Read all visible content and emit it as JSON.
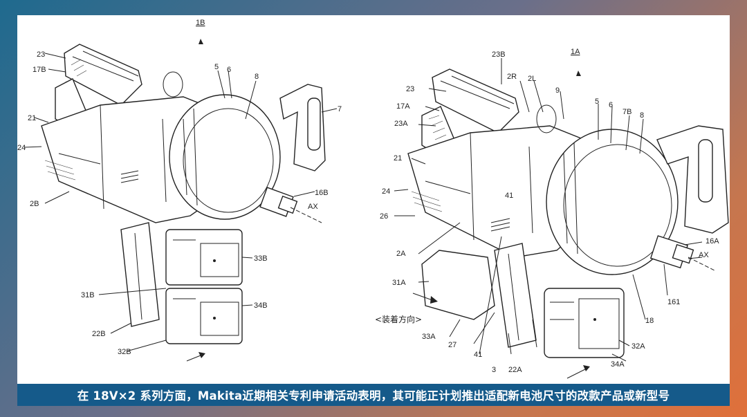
{
  "caption": "在 18V×2 系列方面，Makita近期相关专利申请活动表明，其可能正计划推出适配新电池尺寸的改款产品或新型号",
  "figure_left": {
    "title": "1B",
    "labels": {
      "l23": "23",
      "l17B": "17B",
      "l21": "21",
      "l24": "24",
      "l2B": "2B",
      "l5": "5",
      "l6": "6",
      "l8": "8",
      "l7": "7",
      "l16B": "16B",
      "lAX": "AX",
      "l33B": "33B",
      "l31B": "31B",
      "l34B": "34B",
      "l22B": "22B",
      "l32B": "32B"
    }
  },
  "figure_right": {
    "title": "1A",
    "mount_direction": "<装着方向>",
    "labels": {
      "l23B": "23B",
      "l2R": "2R",
      "l2L": "2L",
      "l9": "9",
      "l23": "23",
      "l17A": "17A",
      "l23A": "23A",
      "l5": "5",
      "l6": "6",
      "l7B": "7B",
      "l8": "8",
      "l21": "21",
      "l41a": "41",
      "l24": "24",
      "l26": "26",
      "l2A": "2A",
      "l31A": "31A",
      "l16A": "16A",
      "lAX": "AX",
      "l161": "161",
      "l18": "18",
      "l33A": "33A",
      "l27": "27",
      "l41b": "41",
      "l3": "3",
      "l22A": "22A",
      "l32A": "32A",
      "l34A": "34A"
    }
  }
}
